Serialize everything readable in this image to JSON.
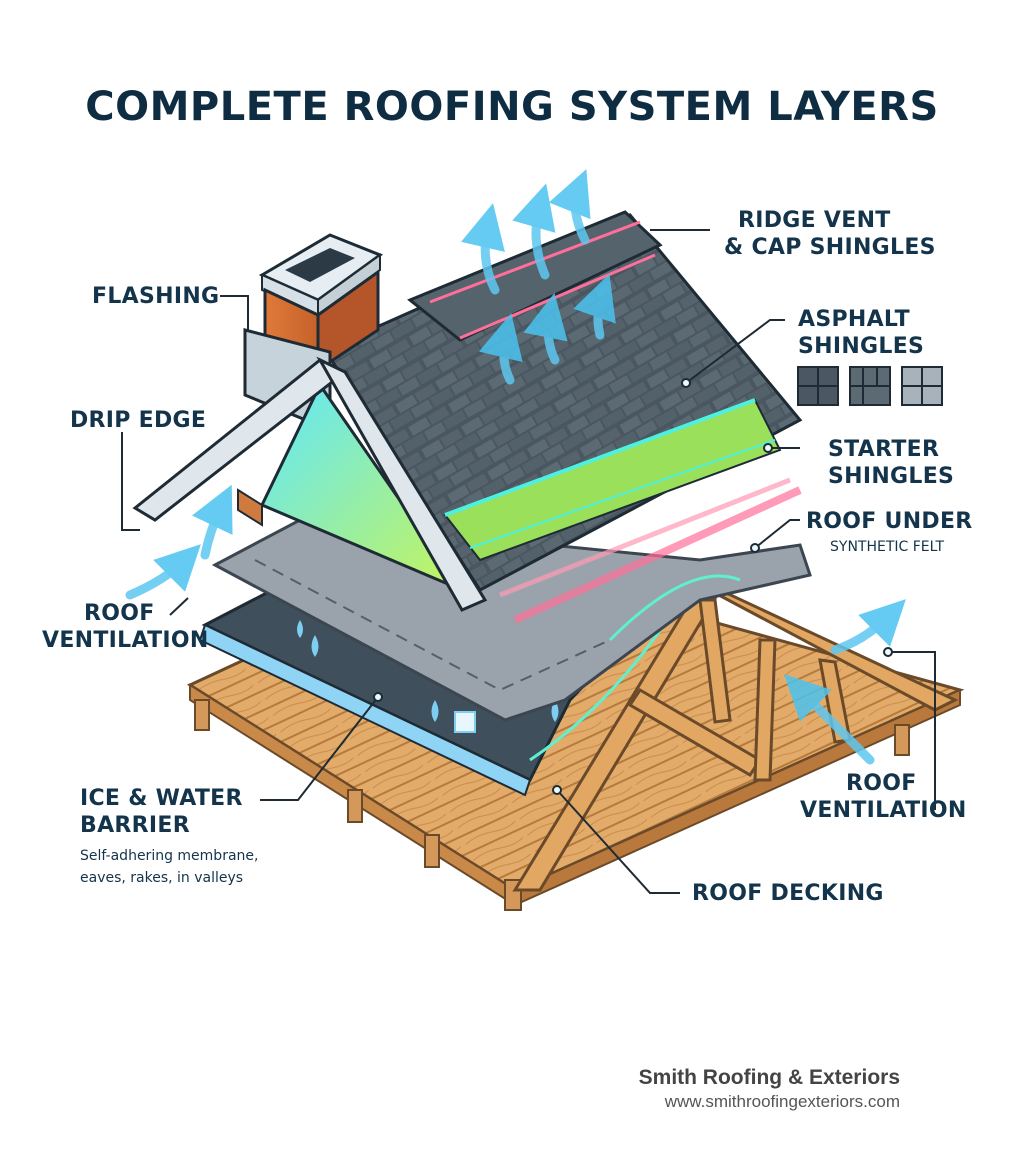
{
  "title": "COMPLETE ROOFING SYSTEM LAYERS",
  "labels": {
    "ridge_vent_line1": "RIDGE  VENT",
    "ridge_vent_line2": "& CAP SHINGLES",
    "flashing": "FLASHING",
    "asphalt_line1": "ASPHALT",
    "asphalt_line2": "SHINGLES",
    "drip_edge": "DRIP EDGE",
    "starter_line1": "STARTER",
    "starter_line2": "SHINGLES",
    "underlayment_title": "ROOF UNDER",
    "underlayment_sub": "SYNTHETIC FELT",
    "vent_left_line1": "ROOF",
    "vent_left_line2": "VENTILATION",
    "ice_line1": "ICE & WATER",
    "ice_line2": "BARRIER",
    "ice_desc_line1": "Self-adhering membrane,",
    "ice_desc_line2": "eaves, rakes, in valleys",
    "vent_right_line1": "ROOF",
    "vent_right_line2": "VENTILATION",
    "decking": "ROOF DECKING"
  },
  "brand": {
    "name": "Smith Roofing & Exteriors",
    "url": "www.smithroofingexteriors.com"
  },
  "colors": {
    "text": "#13344b",
    "wood": "#e0a867",
    "shingle": "#4d5a64",
    "starter_green": "#9be05a",
    "airflow": "#5ec7f0",
    "pink_glow": "#ff6f9a"
  }
}
